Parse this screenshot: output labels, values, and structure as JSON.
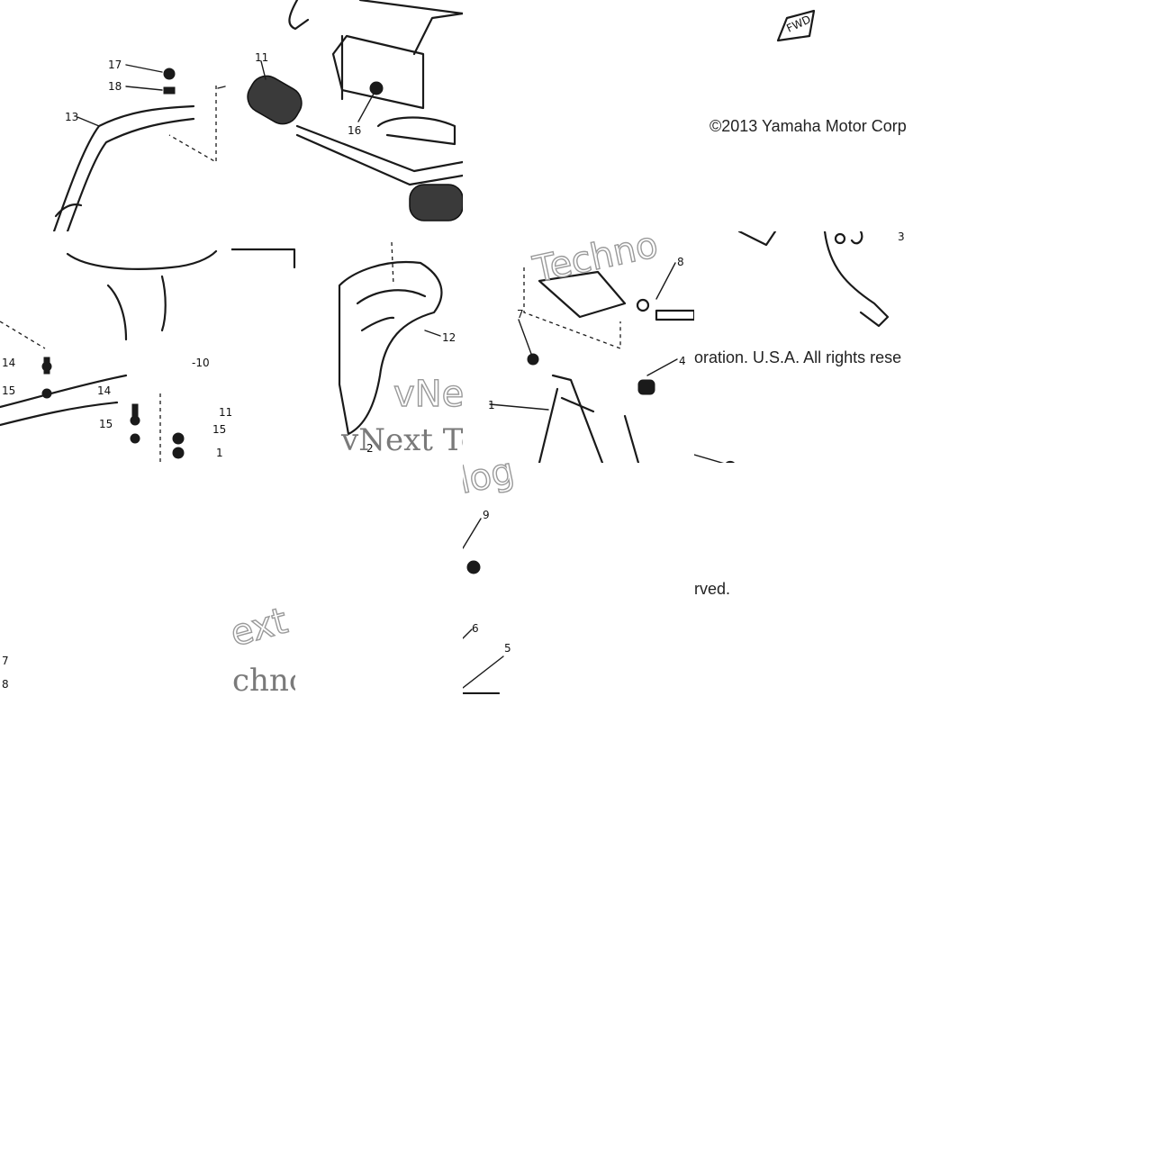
{
  "copyright": {
    "line_1": "©2013 Yamaha Motor Corp",
    "line_2": "poration. U.S.A. All rights rese",
    "line_3": "erved."
  },
  "fwd_badge": "FWD",
  "watermarks": {
    "a": "Techno",
    "b": "vNe",
    "c": "vNext Te",
    "d": "ext",
    "e": "chnc",
    "f": "log"
  },
  "callouts": {
    "t1": [
      "17",
      "18",
      "13",
      "11",
      "16"
    ],
    "t2": [
      "14",
      "15",
      "14",
      "15",
      "-10",
      "15",
      "11",
      "1"
    ],
    "t3": [
      "12",
      "2"
    ],
    "t4": [
      "8",
      "7",
      "1",
      "4",
      "3"
    ],
    "t5": [
      "7",
      "8"
    ],
    "t6": [
      "9",
      "6",
      "5"
    ]
  }
}
